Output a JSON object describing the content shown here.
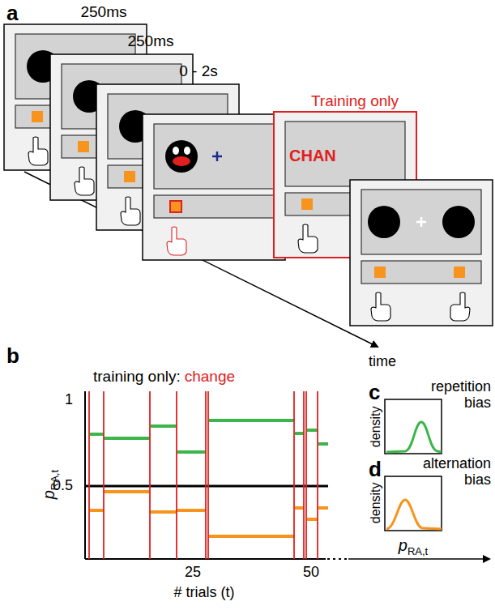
{
  "diagram": {
    "nodes": [
      {
        "text": [
          "CHAN"
        ]
      }
    ],
    "labels": [
      "a",
      "250ms",
      "250ms",
      "0 - 2s",
      "Training only",
      "time",
      "b",
      "training only:",
      "change",
      "1",
      "0.5",
      "25",
      "50",
      "# trials (t)",
      "p",
      "RA,t",
      "c",
      "repetition bias",
      "density",
      "d",
      "alternation bias",
      "density",
      "p",
      "RA,t"
    ]
  }
}
